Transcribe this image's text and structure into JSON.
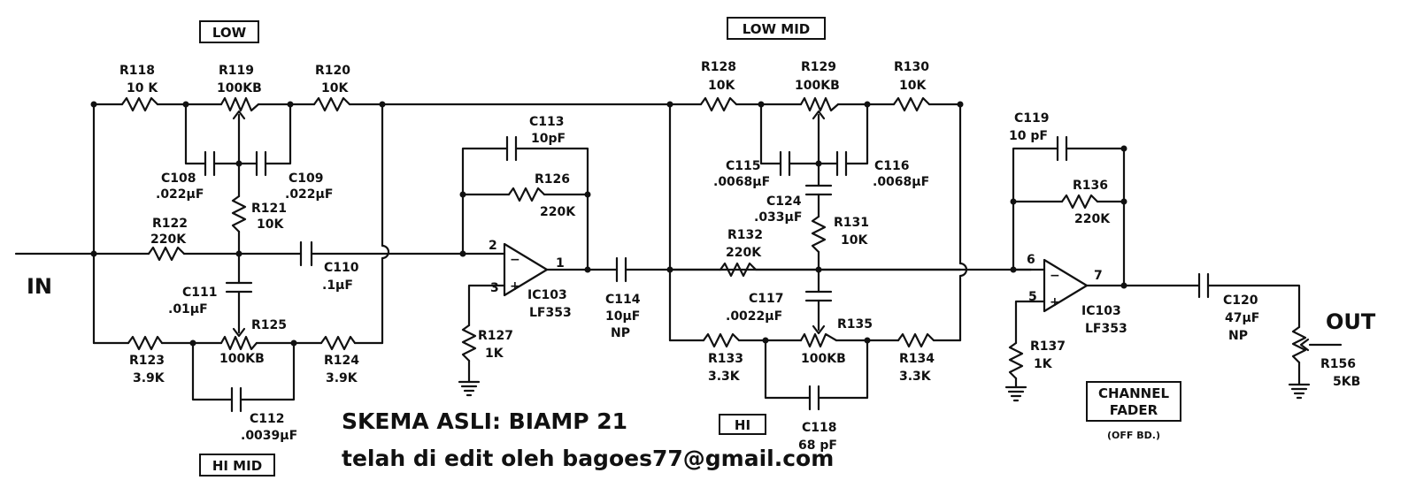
{
  "io": {
    "in": "IN",
    "out": "OUT"
  },
  "sections": {
    "low": "LOW",
    "low_mid": "LOW MID",
    "hi_mid": "HI MID",
    "hi": "HI",
    "channel_fader_line1": "CHANNEL",
    "channel_fader_line2": "FADER",
    "off_bd": "(OFF BD.)"
  },
  "components": {
    "R118": {
      "ref": "R118",
      "value": "10 K"
    },
    "R119": {
      "ref": "R119",
      "value": "100KB"
    },
    "R120": {
      "ref": "R120",
      "value": "10K"
    },
    "R121": {
      "ref": "R121",
      "value": "10K"
    },
    "R122": {
      "ref": "R122",
      "value": "220K"
    },
    "R123": {
      "ref": "R123",
      "value": "3.9K"
    },
    "R124": {
      "ref": "R124",
      "value": "3.9K"
    },
    "R125": {
      "ref": "R125",
      "value": "100KB"
    },
    "R126": {
      "ref": "R126",
      "value": "220K"
    },
    "R127": {
      "ref": "R127",
      "value": "1K"
    },
    "R128": {
      "ref": "R128",
      "value": "10K"
    },
    "R129": {
      "ref": "R129",
      "value": "100KB"
    },
    "R130": {
      "ref": "R130",
      "value": "10K"
    },
    "R131": {
      "ref": "R131",
      "value": "10K"
    },
    "R132": {
      "ref": "R132",
      "value": "220K"
    },
    "R133": {
      "ref": "R133",
      "value": "3.3K"
    },
    "R134": {
      "ref": "R134",
      "value": "3.3K"
    },
    "R135": {
      "ref": "R135",
      "value": "100KB"
    },
    "R136": {
      "ref": "R136",
      "value": "220K"
    },
    "R137": {
      "ref": "R137",
      "value": "1K"
    },
    "R156": {
      "ref": "R156",
      "value": "5KB"
    },
    "C108": {
      "ref": "C108",
      "value": ".022µF"
    },
    "C109": {
      "ref": "C109",
      "value": ".022µF"
    },
    "C110": {
      "ref": "C110",
      "value": ".1µF"
    },
    "C111": {
      "ref": "C111",
      "value": ".01µF"
    },
    "C112": {
      "ref": "C112",
      "value": ".0039µF"
    },
    "C113": {
      "ref": "C113",
      "value": "10pF"
    },
    "C114": {
      "ref": "C114",
      "value": "10µF",
      "type": "NP"
    },
    "C115": {
      "ref": "C115",
      "value": ".0068µF"
    },
    "C116": {
      "ref": "C116",
      "value": ".0068µF"
    },
    "C117": {
      "ref": "C117",
      "value": ".0022µF"
    },
    "C118": {
      "ref": "C118",
      "value": "68 pF"
    },
    "C119": {
      "ref": "C119",
      "value": "10 pF"
    },
    "C120": {
      "ref": "C120",
      "value": "47µF",
      "type": "NP"
    },
    "C124": {
      "ref": "C124",
      "value": ".033µF"
    },
    "U1": {
      "ref": "IC103",
      "part": "LF353"
    },
    "U2": {
      "ref": "IC103",
      "part": "LF353"
    }
  },
  "pins": {
    "u1_minus": "2",
    "u1_plus": "3",
    "u1_out": "1",
    "u2_minus": "6",
    "u2_plus": "5",
    "u2_out": "7",
    "minus": "−",
    "plus": "+"
  },
  "credit": {
    "line1": "SKEMA ASLI: BIAMP 21",
    "line2": "telah di edit oleh bagoes77@gmail.com"
  }
}
